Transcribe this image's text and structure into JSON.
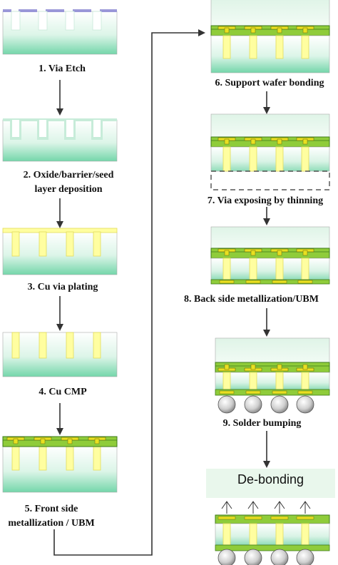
{
  "steps": [
    {
      "n": 1,
      "label": "1. Via Etch"
    },
    {
      "n": 2,
      "label": "2. Oxide/barrier/seed layer deposition"
    },
    {
      "n": 3,
      "label": "3. Cu via plating"
    },
    {
      "n": 4,
      "label": "4. Cu CMP"
    },
    {
      "n": 5,
      "label": "5. Front side metallization / UBM"
    },
    {
      "n": 6,
      "label": "6. Support wafer bonding"
    },
    {
      "n": 7,
      "label": "7. Via exposing by thinning"
    },
    {
      "n": 8,
      "label": "8. Back side metallization/UBM"
    },
    {
      "n": 9,
      "label": "9. Solder bumping"
    }
  ],
  "debond_label": "De-bonding",
  "colors": {
    "wafer_top": "#ffffff",
    "wafer_bottom": "#7fd9b0",
    "support_wafer": "#e6f7ec",
    "metal_layer": "#8fcc3a",
    "metal_dark": "#3e7a1a",
    "via_fill": "#fffea0",
    "via_edge": "#e2dd5a",
    "resist": "#9a97d8",
    "pad": "#e8e020",
    "solder": "#d9d9d9",
    "arrow": "#333333"
  }
}
